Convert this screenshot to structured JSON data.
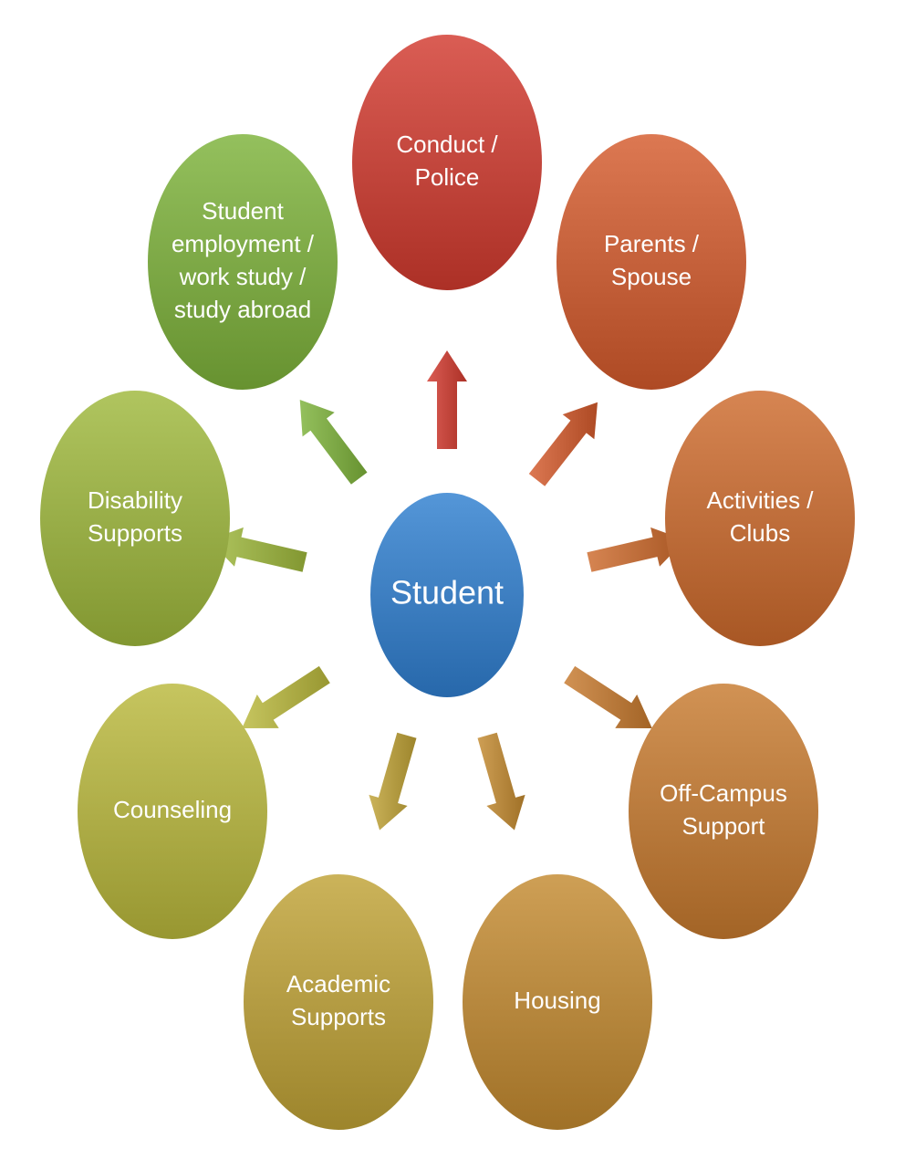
{
  "center": {
    "label": "Student",
    "color": "#2f7fd0"
  },
  "nodes": [
    {
      "id": "conduct-police",
      "lines": [
        "Conduct /",
        "Police"
      ],
      "color": "#d23a2e"
    },
    {
      "id": "parents-spouse",
      "lines": [
        "Parents /",
        "Spouse"
      ],
      "color": "#d45a2c"
    },
    {
      "id": "activities-clubs",
      "lines": [
        "Activities /",
        "Clubs"
      ],
      "color": "#cd6a2c"
    },
    {
      "id": "off-campus-support",
      "lines": [
        "Off-Campus",
        "Support"
      ],
      "color": "#c77a2e"
    },
    {
      "id": "housing",
      "lines": [
        "Housing"
      ],
      "color": "#c38a30"
    },
    {
      "id": "academic-supports",
      "lines": [
        "Academic",
        "Supports"
      ],
      "color": "#bfa236"
    },
    {
      "id": "counseling",
      "lines": [
        "Counseling"
      ],
      "color": "#b9b83c"
    },
    {
      "id": "disability-supports",
      "lines": [
        "Disability",
        "Supports"
      ],
      "color": "#9fb83c"
    },
    {
      "id": "student-employment",
      "lines": [
        "Student",
        "employment /",
        "work study /",
        "study abroad"
      ],
      "color": "#7db23a"
    }
  ]
}
